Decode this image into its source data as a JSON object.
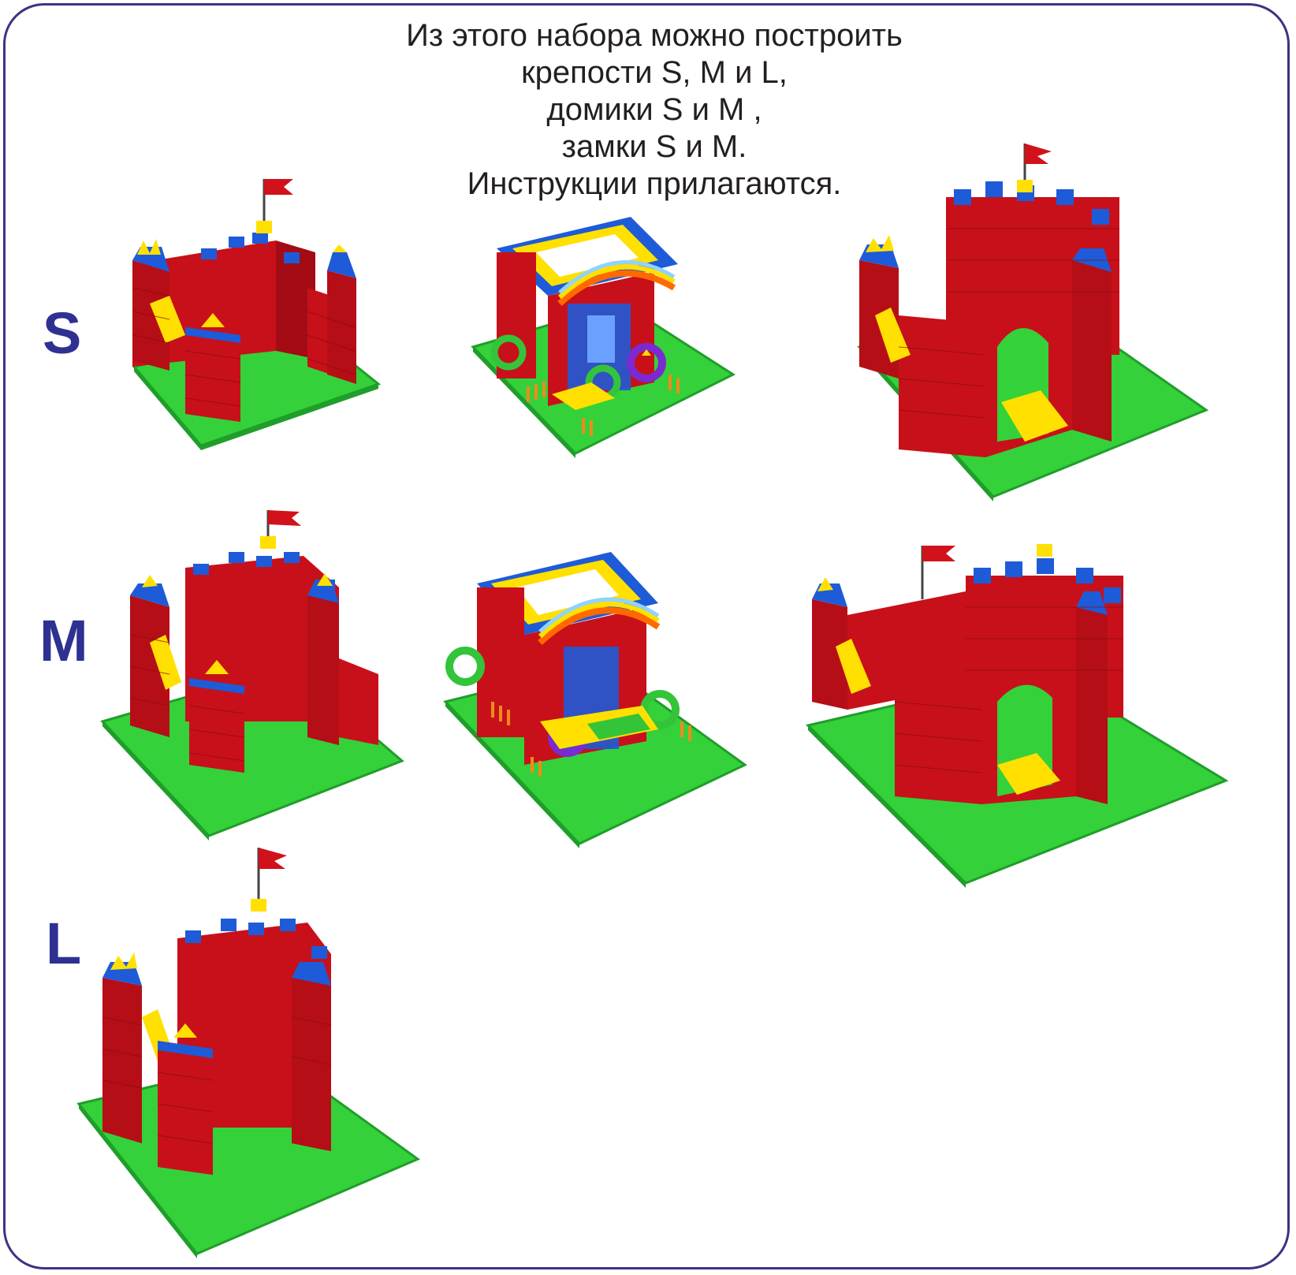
{
  "caption": {
    "lines": [
      "Из этого набора можно построить",
      "крепости S, M и L,",
      "домики S и M ,",
      "замки S и M.",
      "Инструкции прилагаются."
    ]
  },
  "size_labels": {
    "s": "S",
    "m": "M",
    "l": "L"
  },
  "colors": {
    "border": "#3a3582",
    "label": "#2e3192",
    "brick_red": "#d2121b",
    "brick_dark": "#a30c14",
    "blue": "#1e5bd8",
    "yellow": "#ffe000",
    "green": "#34d13a",
    "green_dark": "#1f9e2a",
    "purple": "#7a2ad0",
    "orange": "#f08a1c"
  },
  "models": [
    {
      "id": "fortress-s",
      "kind": "fortress",
      "size": "S"
    },
    {
      "id": "house-s",
      "kind": "house",
      "size": "S"
    },
    {
      "id": "castle-s",
      "kind": "castle",
      "size": "S"
    },
    {
      "id": "fortress-m",
      "kind": "fortress",
      "size": "M"
    },
    {
      "id": "house-m",
      "kind": "house",
      "size": "M"
    },
    {
      "id": "castle-m",
      "kind": "castle",
      "size": "M"
    },
    {
      "id": "fortress-l",
      "kind": "fortress",
      "size": "L"
    }
  ]
}
